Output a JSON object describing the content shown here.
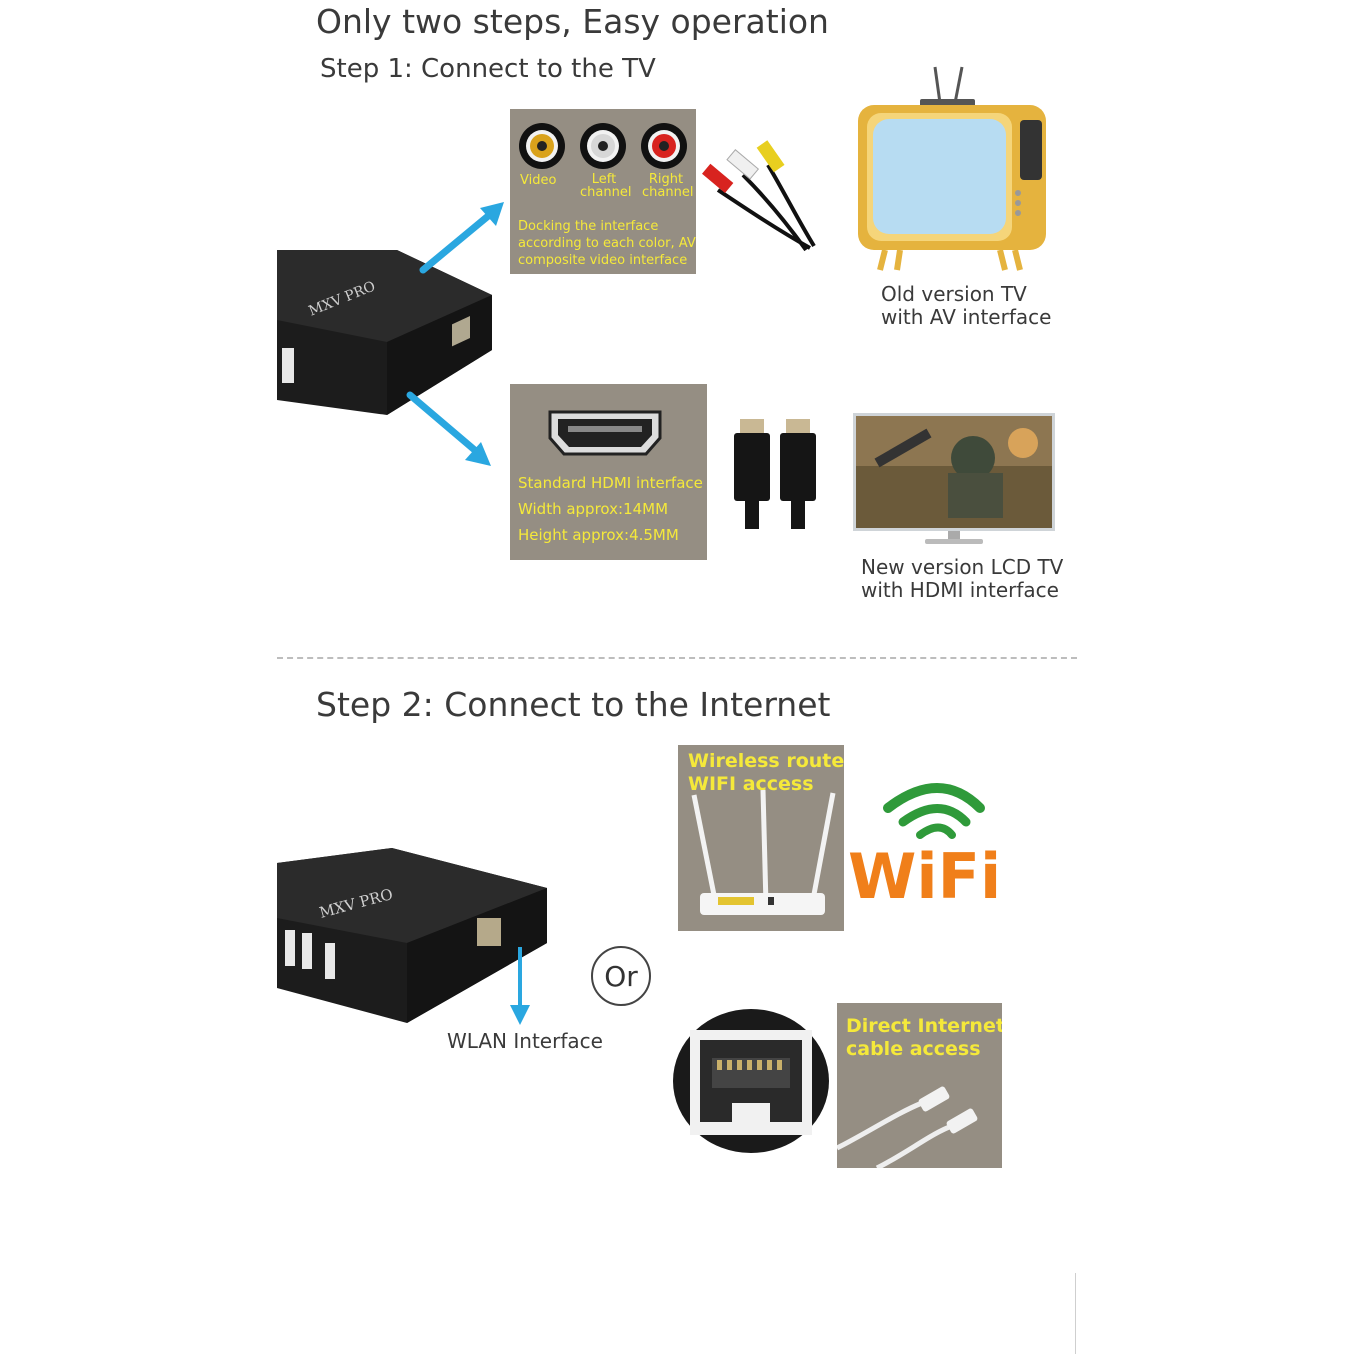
{
  "header": {
    "title": "Only two steps, Easy operation",
    "step1": "Step 1: Connect to the TV",
    "step2": "Step 2: Connect to the Internet"
  },
  "av_panel": {
    "video_label": "Video",
    "left_label_1": "Left",
    "left_label_2": "channel",
    "right_label_1": "Right",
    "right_label_2": "channel",
    "description_1": "Docking the interface",
    "description_2": "according to each color, AV",
    "description_3": "composite video interface"
  },
  "old_tv": {
    "line1": "Old version TV",
    "line2": "with AV interface"
  },
  "hdmi_panel": {
    "line1": "Standard HDMI interface",
    "line2": "Width approx:14MM",
    "line3": "Height approx:4.5MM"
  },
  "new_tv": {
    "line1": "New version LCD TV",
    "line2": "with HDMI interface"
  },
  "router_panel": {
    "line1": "Wireless router",
    "line2": "WIFI access"
  },
  "wifi_logo": "WiFi",
  "or_label": "Or",
  "wlan_label": "WLAN Interface",
  "cable_panel": {
    "line1": "Direct Internet",
    "line2": "cable access"
  },
  "device_brand": "MXV PRO",
  "colors": {
    "panel": "#958e83",
    "panel_text": "#f5e93a",
    "arrow": "#2aa7e0",
    "device": "#1f1f1f"
  }
}
